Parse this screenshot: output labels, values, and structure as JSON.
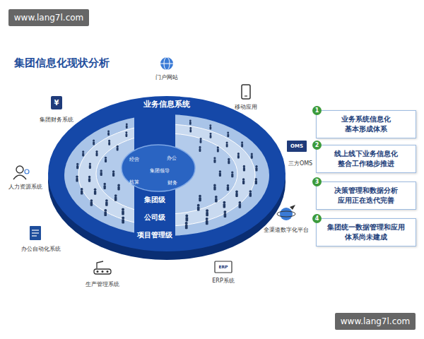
{
  "diagram": {
    "title": "集团信息化现状分析",
    "nodes": [
      {
        "text": [
          "业务信息系统",
          "集团级",
          "公司级",
          "项目管理级"
        ]
      },
      {
        "text": [
          "业务系统信息化 基本形成体系"
        ]
      },
      {
        "text": [
          "1"
        ],
        "in": 1
      },
      {
        "text": [
          "线上线下业务信息化 整合工作稳步推进"
        ]
      },
      {
        "text": [
          "2"
        ],
        "in": 3
      },
      {
        "text": [
          "决策管理和数据分析 应用正在迭代完善"
        ]
      },
      {
        "text": [
          "3"
        ],
        "in": 5
      },
      {
        "text": [
          "集团统一数据管理和应用 体系尚未建成"
        ]
      },
      {
        "text": [
          "4"
        ],
        "in": 7
      }
    ],
    "labels": [
      "www.lang7l.com",
      "门户网站",
      "¥",
      "集团财务系统",
      "移动应用",
      "OMS",
      "三方OMS",
      "人力资源系统",
      "全渠道数字化平台",
      "办公自动化系统",
      "ERP",
      "ERP系统",
      "生产管理系统",
      "经营",
      "办公",
      "集团领导",
      "核算",
      "财务",
      "www.lang7l.com"
    ]
  }
}
